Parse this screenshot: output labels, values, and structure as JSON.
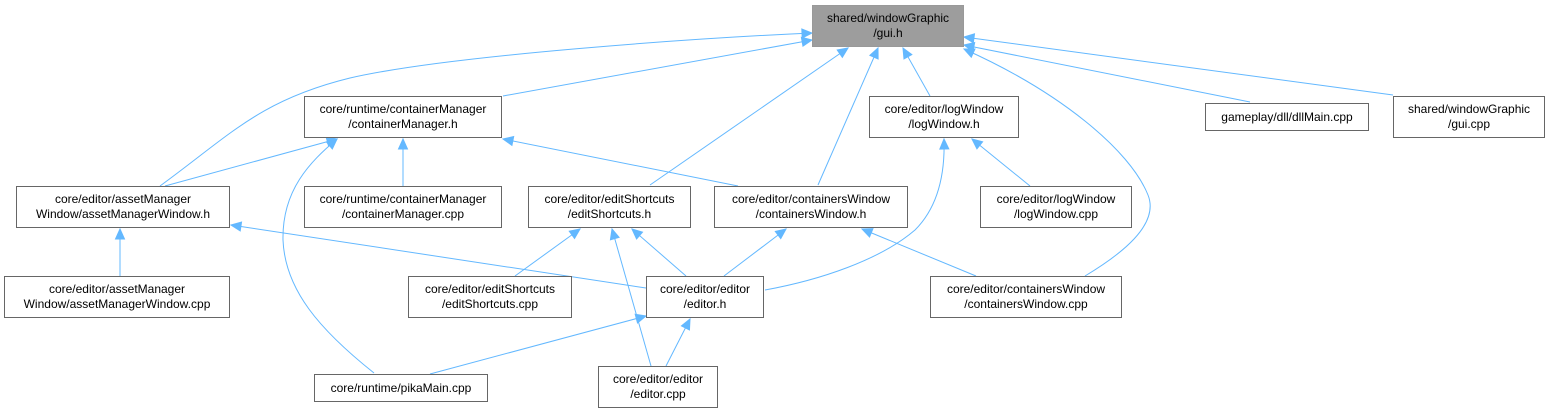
{
  "graph": {
    "root": "shared/windowGraphic/gui.h",
    "edge_color": "#63b8ff",
    "nodes": [
      {
        "id": "n0",
        "lines": [
          "shared/windowGraphic",
          "/gui.h"
        ]
      },
      {
        "id": "n1",
        "lines": [
          "core/runtime/containerManager",
          "/containerManager.h"
        ]
      },
      {
        "id": "n2",
        "lines": [
          "core/editor/logWindow",
          "/logWindow.h"
        ]
      },
      {
        "id": "n3",
        "lines": [
          "gameplay/dll/dllMain.cpp"
        ]
      },
      {
        "id": "n4",
        "lines": [
          "shared/windowGraphic",
          "/gui.cpp"
        ]
      },
      {
        "id": "n5",
        "lines": [
          "core/editor/assetManager",
          "Window/assetManagerWindow.h"
        ]
      },
      {
        "id": "n6",
        "lines": [
          "core/runtime/containerManager",
          "/containerManager.cpp"
        ]
      },
      {
        "id": "n7",
        "lines": [
          "core/editor/editShortcuts",
          "/editShortcuts.h"
        ]
      },
      {
        "id": "n8",
        "lines": [
          "core/editor/containersWindow",
          "/containersWindow.h"
        ]
      },
      {
        "id": "n9",
        "lines": [
          "core/editor/logWindow",
          "/logWindow.cpp"
        ]
      },
      {
        "id": "n10",
        "lines": [
          "core/editor/assetManager",
          "Window/assetManagerWindow.cpp"
        ]
      },
      {
        "id": "n11",
        "lines": [
          "core/editor/editShortcuts",
          "/editShortcuts.cpp"
        ]
      },
      {
        "id": "n12",
        "lines": [
          "core/editor/editor",
          "/editor.h"
        ]
      },
      {
        "id": "n13",
        "lines": [
          "core/editor/containersWindow",
          "/containersWindow.cpp"
        ]
      },
      {
        "id": "n14",
        "lines": [
          "core/runtime/pikaMain.cpp"
        ]
      },
      {
        "id": "n15",
        "lines": [
          "core/editor/editor",
          "/editor.cpp"
        ]
      }
    ],
    "edges": [
      {
        "from": "n1",
        "to": "n0"
      },
      {
        "from": "n2",
        "to": "n0"
      },
      {
        "from": "n3",
        "to": "n0"
      },
      {
        "from": "n4",
        "to": "n0"
      },
      {
        "from": "n5",
        "to": "n0"
      },
      {
        "from": "n7",
        "to": "n0"
      },
      {
        "from": "n8",
        "to": "n0"
      },
      {
        "from": "n13",
        "to": "n0"
      },
      {
        "from": "n5",
        "to": "n1"
      },
      {
        "from": "n6",
        "to": "n1"
      },
      {
        "from": "n8",
        "to": "n1"
      },
      {
        "from": "n14",
        "to": "n1"
      },
      {
        "from": "n9",
        "to": "n2"
      },
      {
        "from": "n12",
        "to": "n2"
      },
      {
        "from": "n10",
        "to": "n5"
      },
      {
        "from": "n12",
        "to": "n5"
      },
      {
        "from": "n11",
        "to": "n7"
      },
      {
        "from": "n12",
        "to": "n7"
      },
      {
        "from": "n15",
        "to": "n7"
      },
      {
        "from": "n12",
        "to": "n8"
      },
      {
        "from": "n13",
        "to": "n8"
      },
      {
        "from": "n14",
        "to": "n12"
      },
      {
        "from": "n15",
        "to": "n12"
      }
    ]
  }
}
